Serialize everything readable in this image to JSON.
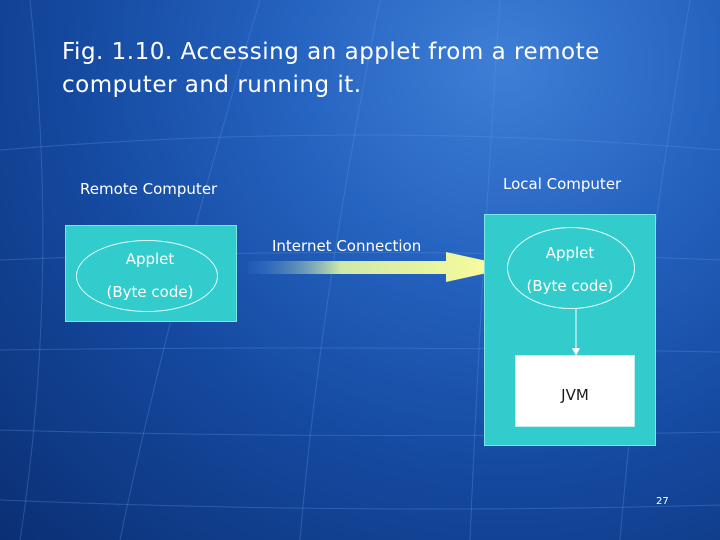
{
  "slide": {
    "title": "Fig. 1.10. Accessing an applet from a remote computer and running it.",
    "page_number": "27"
  },
  "remote": {
    "label": "Remote Computer",
    "applet": "Applet",
    "bytecode": "(Byte code)"
  },
  "connection": {
    "label": "Internet Connection"
  },
  "local": {
    "label": "Local Computer",
    "applet": "Applet",
    "bytecode": "(Byte code)",
    "jvm": "JVM"
  },
  "colors": {
    "box_fill": "#33cccc",
    "arrow_fill": "#ffff99",
    "background": "#1a4fa8",
    "jvm_fill": "#ffffff"
  }
}
